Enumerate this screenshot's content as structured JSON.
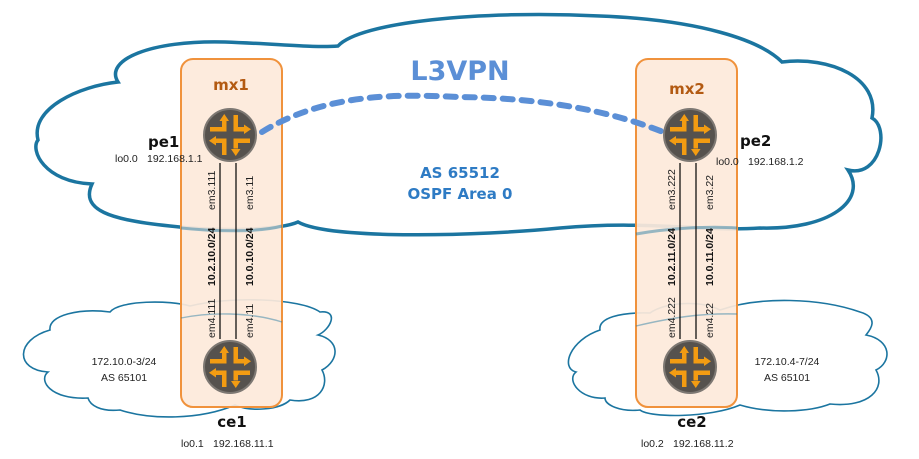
{
  "diagram": {
    "title": "L3VPN",
    "core": {
      "as_label": "AS 65512",
      "igp_label": "OSPF Area 0"
    },
    "colors": {
      "cloud_stroke": "#1b75a0",
      "box_fill": "#fde9da",
      "box_stroke": "#f0923c",
      "router_body": "#56524e",
      "router_arrows": "#f39c12",
      "vpn_link": "#5b8fd6",
      "title": "#5b8fd6",
      "core_text": "#2e7bc4",
      "box_label": "#b35a12"
    },
    "boxes": [
      {
        "label": "mx1"
      },
      {
        "label": "mx2"
      }
    ],
    "nodes": {
      "pe1": {
        "name": "pe1",
        "lo_if": "lo0.0",
        "lo_ip": "192.168.1.1"
      },
      "pe2": {
        "name": "pe2",
        "lo_if": "lo0.0",
        "lo_ip": "192.168.1.2"
      },
      "ce1": {
        "name": "ce1",
        "lo_if": "lo0.1",
        "lo_ip": "192.168.11.1"
      },
      "ce2": {
        "name": "ce2",
        "lo_if": "lo0.2",
        "lo_ip": "192.168.11.2"
      }
    },
    "links": {
      "left": [
        {
          "top_if": "em3.111",
          "network": "10.2.10.0/24",
          "bottom_if": "em4.111"
        },
        {
          "top_if": "em3.11",
          "network": "10.0.10.0/24",
          "bottom_if": "em4.11"
        }
      ],
      "right": [
        {
          "top_if": "em3.222",
          "network": "10.2.11.0/24",
          "bottom_if": "em4.222"
        },
        {
          "top_if": "em3.22",
          "network": "10.0.11.0/24",
          "bottom_if": "em4.22"
        }
      ]
    },
    "customer_sites": [
      {
        "prefix": "172.10.0-3/24",
        "as_label": "AS 65101"
      },
      {
        "prefix": "172.10.4-7/24",
        "as_label": "AS 65101"
      }
    ]
  }
}
